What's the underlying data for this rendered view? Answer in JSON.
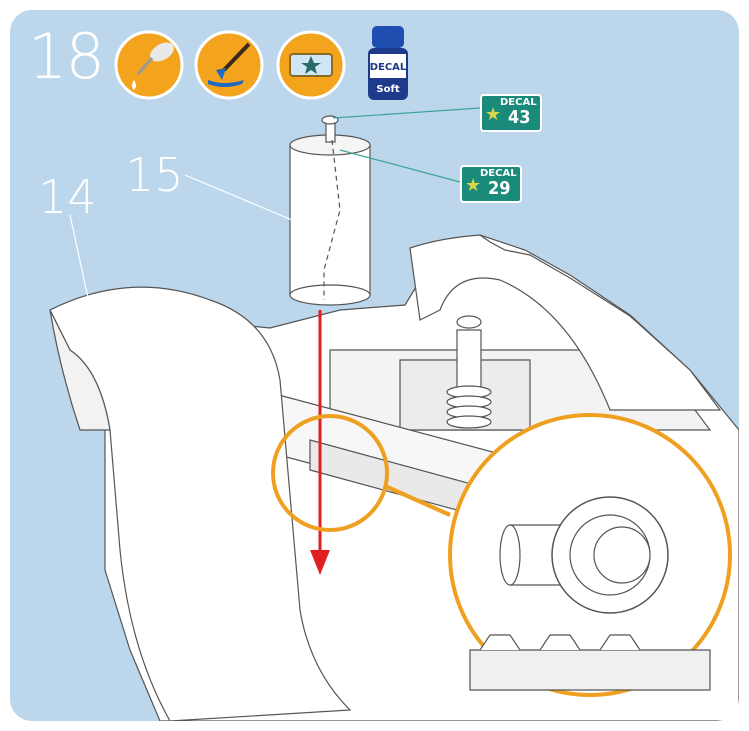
{
  "step": {
    "number": "18"
  },
  "icons": [
    {
      "name": "glue-drop-icon"
    },
    {
      "name": "paint-brush-icon"
    },
    {
      "name": "water-tray-decal-icon"
    },
    {
      "name": "decal-soft-bottle-icon",
      "label_top": "DECAL",
      "label_bottom": "Soft"
    }
  ],
  "decals": [
    {
      "label": "DECAL",
      "number": "43"
    },
    {
      "label": "DECAL",
      "number": "29"
    }
  ],
  "parts": [
    {
      "label": "15"
    },
    {
      "label": "14"
    }
  ],
  "colors": {
    "panel": "#bcd7ec",
    "accent_orange": "#f0a020",
    "decal_green": "#1a8a7a",
    "arrow_red": "#e02020",
    "leader_line": "#3aa69a"
  }
}
